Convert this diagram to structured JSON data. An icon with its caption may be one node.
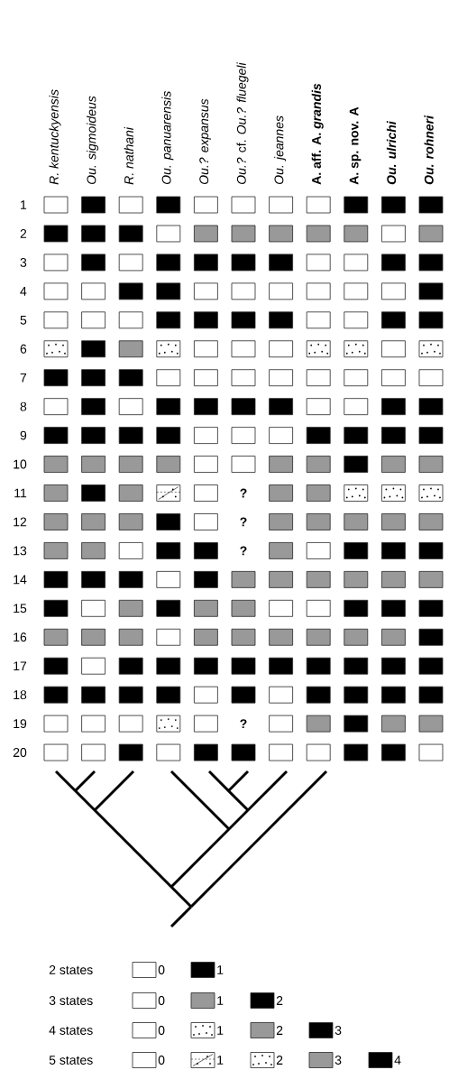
{
  "diagram": {
    "labels": [
      "R. kentuckyensis",
      "Ou. sigmoideus",
      "R. nathani",
      "Ou. panuarensis",
      "Ou.? expansus",
      "*Ou.?* cf. *Ou.? fluegeli*",
      "Ou. jeannes",
      "A. aff. A. *grandis*",
      "A. sp. nov. A",
      "Ou. ulrichi",
      "Ou. rohneri",
      "1",
      "2",
      "3",
      "4",
      "5",
      "6",
      "7",
      "8",
      "9",
      "10",
      "11",
      "?",
      "12",
      "?",
      "13",
      "?",
      "14",
      "15",
      "16",
      "17",
      "18",
      "19",
      "?",
      "20",
      "2 states",
      "3 states",
      "4 states",
      "5 states"
    ],
    "legend": [
      {
        "text": "0"
      },
      {
        "text": "1",
        "color": "#000000"
      },
      {
        "text": "0"
      },
      {
        "text": "1",
        "color": "#999999"
      },
      {
        "text": "2",
        "color": "#000000"
      },
      {
        "text": "0"
      },
      {
        "text": "1"
      },
      {
        "text": "2",
        "color": "#999999"
      },
      {
        "text": "3",
        "color": "#000000"
      },
      {
        "text": "0"
      },
      {
        "text": "1"
      },
      {
        "text": "2"
      },
      {
        "text": "3",
        "color": "#999999"
      },
      {
        "text": "4",
        "color": "#000000"
      }
    ]
  }
}
